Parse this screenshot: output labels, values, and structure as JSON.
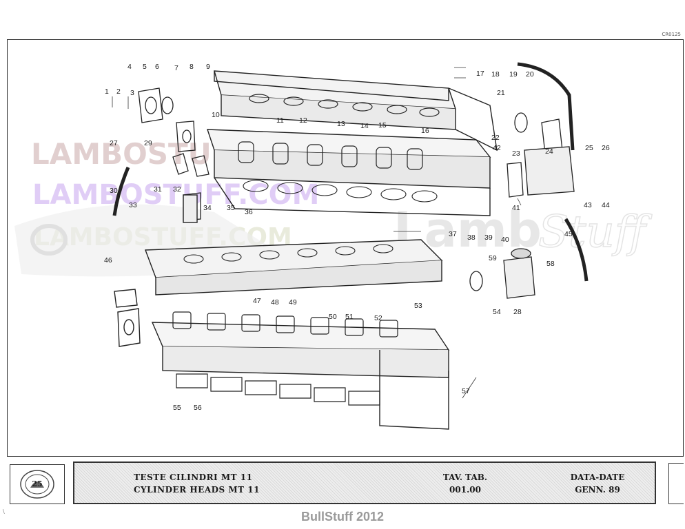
{
  "sheet_code": "CR0125",
  "watermark": {
    "line1": "LAMBOSTUFF.COM",
    "line2": "LAMBOSTUFF.COM",
    "line3": "LAMBOSTUFF.COM",
    "brand": "Lamb",
    "brand_script": "Stuff"
  },
  "callouts": [
    "1",
    "2",
    "3",
    "4",
    "5",
    "6",
    "7",
    "8",
    "9",
    "10",
    "11",
    "12",
    "13",
    "14",
    "15",
    "16",
    "17",
    "18",
    "19",
    "20",
    "21",
    "22",
    "23",
    "24",
    "25",
    "26",
    "27",
    "28",
    "29",
    "30",
    "31",
    "32",
    "33",
    "34",
    "35",
    "36",
    "37",
    "38",
    "39",
    "40",
    "41",
    "42",
    "43",
    "44",
    "45",
    "46",
    "47",
    "48",
    "49",
    "50",
    "51",
    "52",
    "53",
    "54",
    "55",
    "56",
    "57",
    "58",
    "59"
  ],
  "title_block": {
    "title_it": "TESTE CILINDRI  MT 11",
    "title_en": "CYLINDER HEADS  MT 11",
    "tav_label": "TAV. TAB.",
    "tav_value": "001.00",
    "date_label": "DATA-DATE",
    "date_value": "GENN. 89"
  },
  "credit": "BullStuff 2012"
}
